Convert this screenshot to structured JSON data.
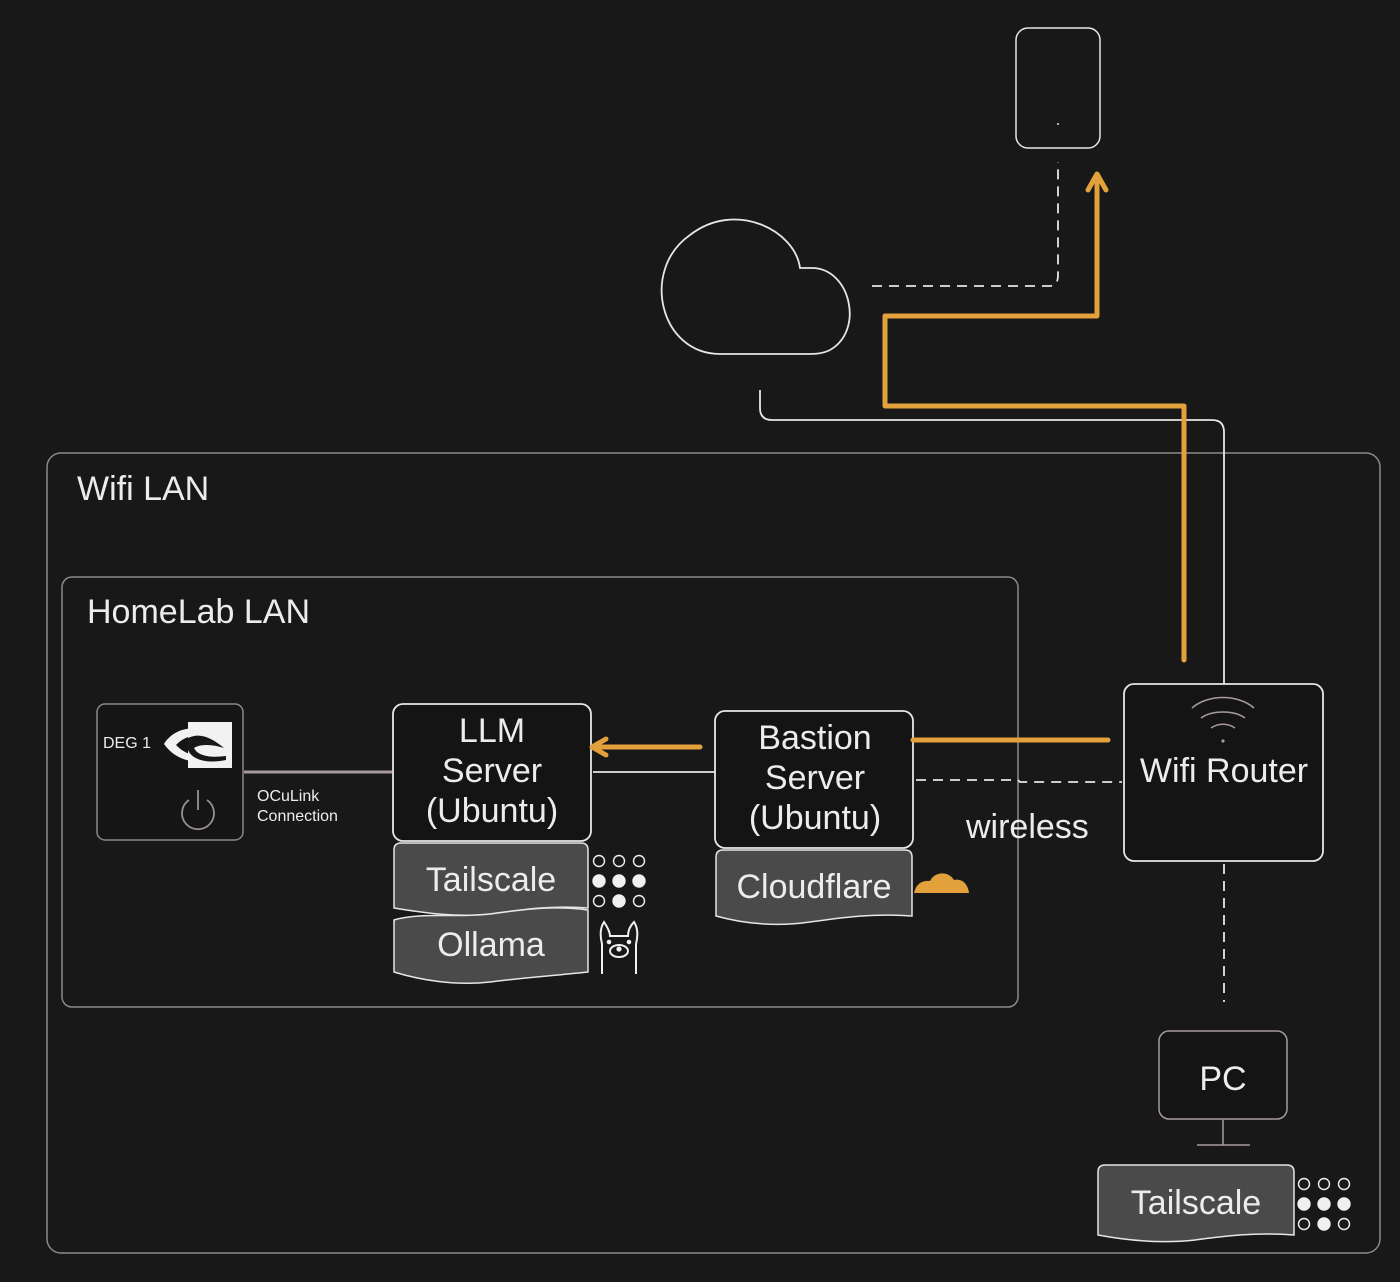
{
  "colors": {
    "background": "#181818",
    "stroke": "#e6e6e6",
    "group_stroke": "#8a8a8a",
    "accent": "#e3a13c",
    "service_fill": "#4a4a4a",
    "oculink_line": "#a89a9a"
  },
  "groups": {
    "wifi_lan": {
      "label": "Wifi LAN"
    },
    "homelab_lan": {
      "label": "HomeLab LAN"
    }
  },
  "nodes": {
    "internet": {
      "label": "",
      "icon": "cloud-icon"
    },
    "phone": {
      "label": "",
      "icon": "phone-icon"
    },
    "egpu": {
      "label": "DEG 1",
      "icon": "nvidia-logo-icon",
      "power_icon": "power-icon"
    },
    "llm_server": {
      "line1": "LLM",
      "line2": "Server",
      "line3": "(Ubuntu)"
    },
    "bastion_server": {
      "line1": "Bastion",
      "line2": "Server",
      "line3": "(Ubuntu)"
    },
    "wifi_router": {
      "label": "Wifi Router",
      "icon": "wifi-icon"
    },
    "pc": {
      "label": "PC",
      "icon": "monitor-stand-icon"
    }
  },
  "services": {
    "llm_tailscale": {
      "label": "Tailscale",
      "icon": "tailscale-icon"
    },
    "llm_ollama": {
      "label": "Ollama",
      "icon": "llama-icon"
    },
    "bastion_cloudflare": {
      "label": "Cloudflare",
      "icon": "cloudflare-icon"
    },
    "pc_tailscale": {
      "label": "Tailscale",
      "icon": "tailscale-icon"
    }
  },
  "edges": {
    "oculink": {
      "line1": "OCuLink",
      "line2": "Connection"
    },
    "wireless": {
      "label": "wireless"
    }
  }
}
